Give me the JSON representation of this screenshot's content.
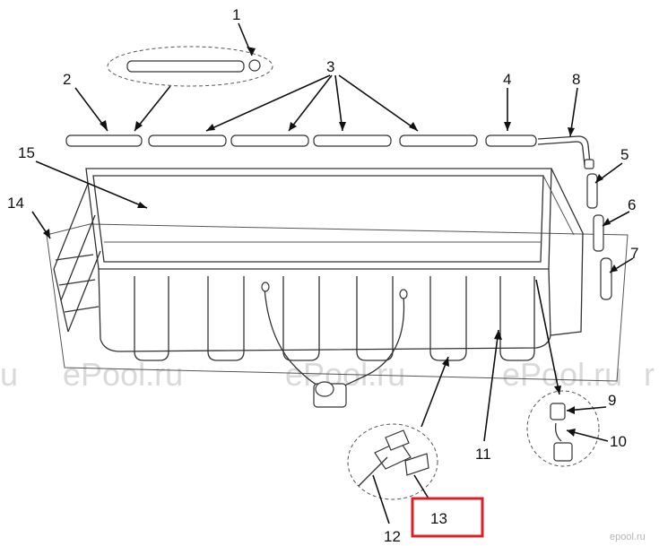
{
  "diagram": {
    "labels": {
      "l1": "1",
      "l2": "2",
      "l3": "3",
      "l4": "4",
      "l5": "5",
      "l6": "6",
      "l7": "7",
      "l8": "8",
      "l9": "9",
      "l10": "10",
      "l11": "11",
      "l12": "12",
      "l13": "13",
      "l14": "14",
      "l15": "15"
    },
    "watermarks": {
      "w1": "ePool.ru",
      "w2": "ePool.ru",
      "w3": "ePool.ru",
      "w_left": "ru",
      "w_right": "r",
      "corner": "epool.ru"
    },
    "colors": {
      "highlight": "#d9202a",
      "line": "#333333",
      "watermark": "#d9d9d9"
    }
  }
}
